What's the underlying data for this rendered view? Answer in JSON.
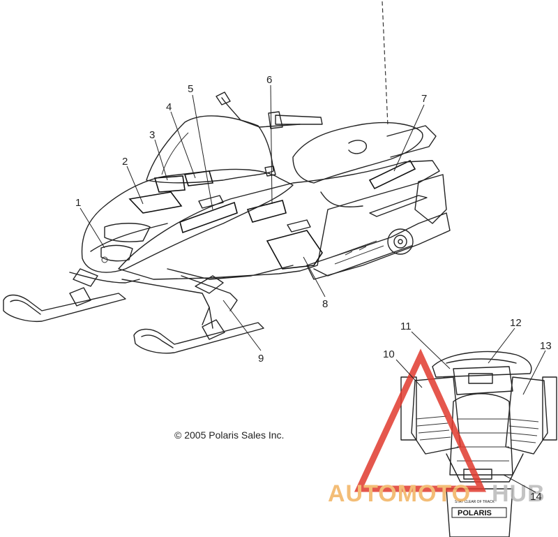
{
  "diagram": {
    "copyright": "© 2005 Polaris Sales Inc.",
    "callouts": [
      {
        "id": "1",
        "label": "1"
      },
      {
        "id": "2",
        "label": "2"
      },
      {
        "id": "3",
        "label": "3"
      },
      {
        "id": "4",
        "label": "4"
      },
      {
        "id": "5",
        "label": "5"
      },
      {
        "id": "6",
        "label": "6"
      },
      {
        "id": "7",
        "label": "7"
      },
      {
        "id": "8",
        "label": "8"
      },
      {
        "id": "9",
        "label": "9"
      },
      {
        "id": "10",
        "label": "10"
      },
      {
        "id": "11",
        "label": "11"
      },
      {
        "id": "12",
        "label": "12"
      },
      {
        "id": "13",
        "label": "13"
      },
      {
        "id": "14",
        "label": "14"
      }
    ],
    "snow_flap": {
      "warning_text": "STAY CLEAR OF TRACK",
      "brand_text": "POLARIS"
    },
    "watermark": {
      "part1": "AUTOMOTO",
      "part2": "HUB",
      "color_primary": "#f2b260",
      "color_secondary": "#b9b9b9",
      "triangle_color": "#e03a2e"
    }
  }
}
